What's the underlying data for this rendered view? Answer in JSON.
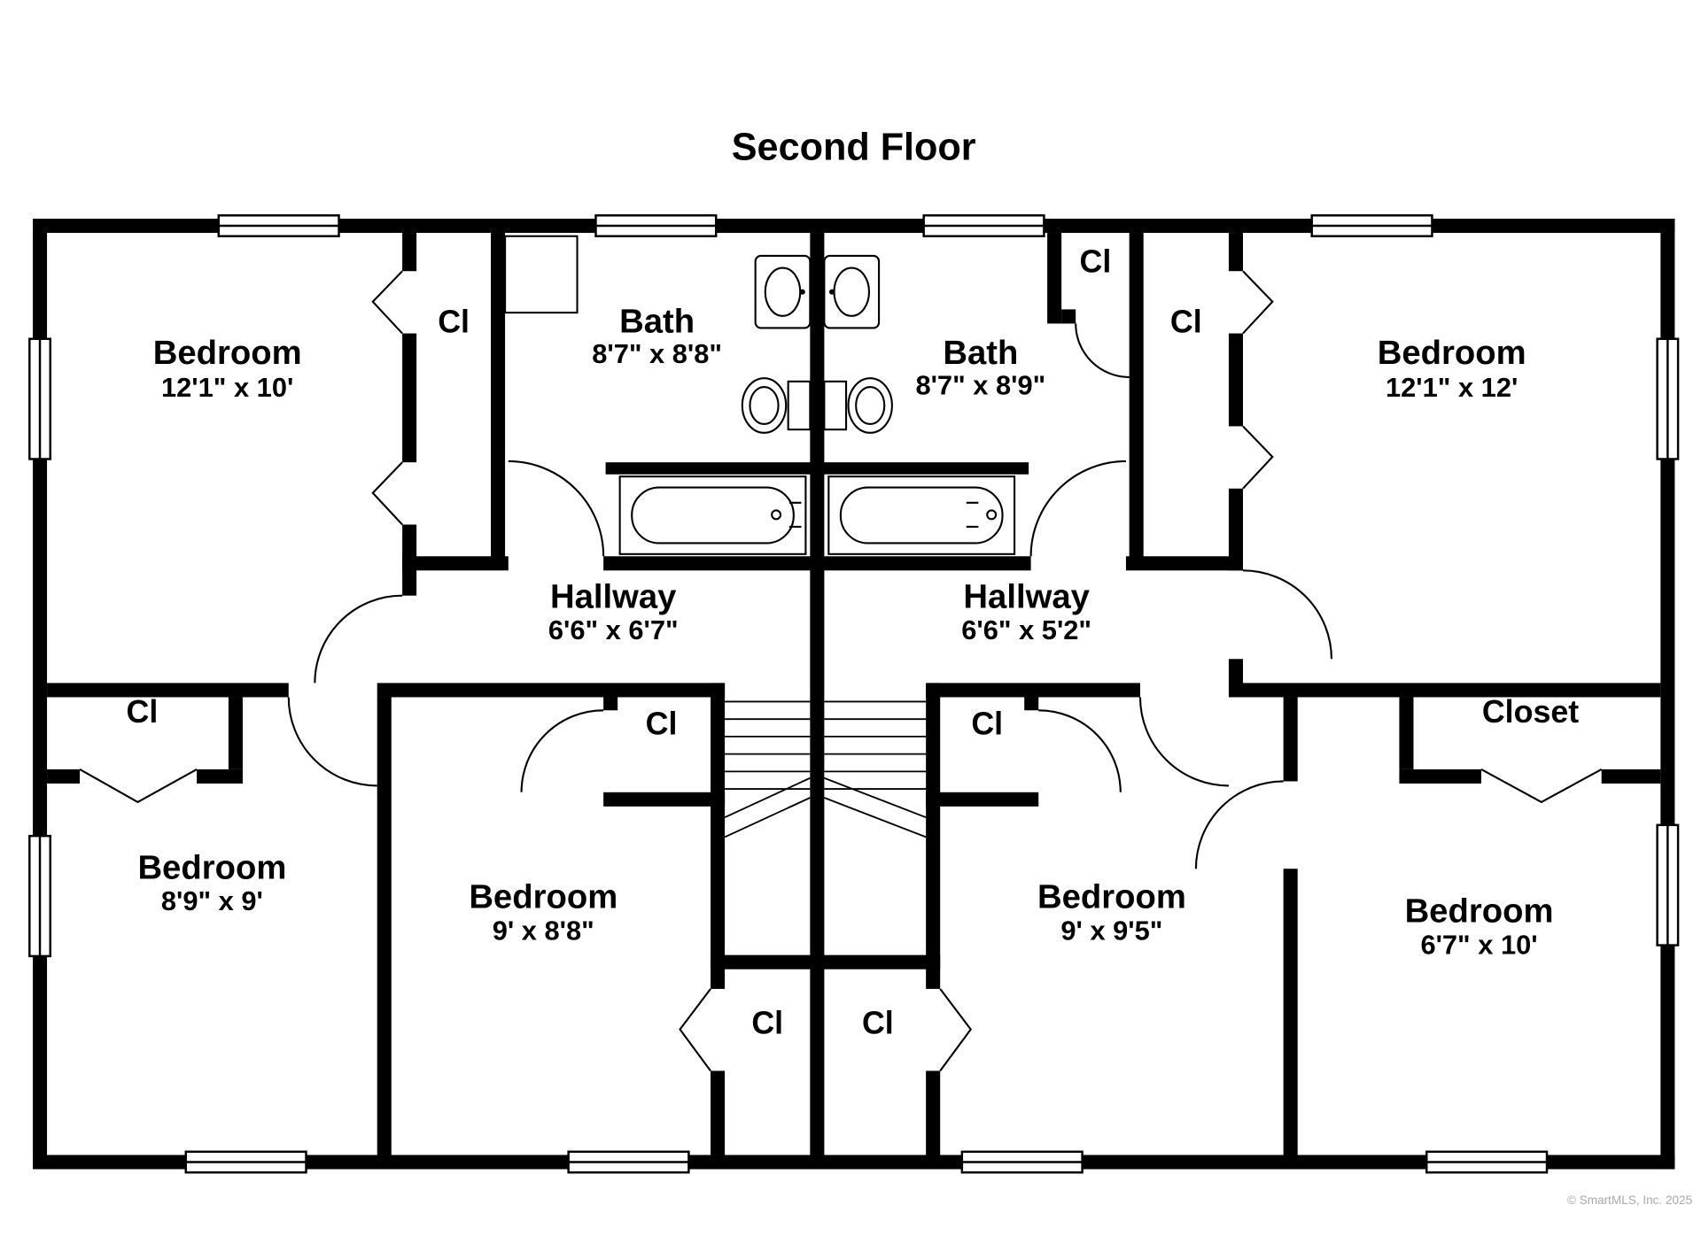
{
  "title": "Second Floor",
  "watermark": "© SmartMLS, Inc. 2025",
  "closet_label": "Cl",
  "rooms": {
    "bedroom_top_left": {
      "name": "Bedroom",
      "dims": "12'1\" x 10'"
    },
    "bath_left": {
      "name": "Bath",
      "dims": "8'7\" x 8'8\""
    },
    "bath_right": {
      "name": "Bath",
      "dims": "8'7\" x 8'9\""
    },
    "bedroom_top_right": {
      "name": "Bedroom",
      "dims": "12'1\" x 12'"
    },
    "hallway_left": {
      "name": "Hallway",
      "dims": "6'6\" x 6'7\""
    },
    "hallway_right": {
      "name": "Hallway",
      "dims": "6'6\" x 5'2\""
    },
    "bedroom_bottom_left": {
      "name": "Bedroom",
      "dims": "8'9\" x 9'"
    },
    "bedroom_bottom_mid_left": {
      "name": "Bedroom",
      "dims": "9' x 8'8\""
    },
    "bedroom_bottom_mid_right": {
      "name": "Bedroom",
      "dims": "9' x 9'5\""
    },
    "bedroom_bottom_right": {
      "name": "Bedroom",
      "dims": "6'7\" x 10'"
    },
    "closet_right": {
      "name": "Closet"
    }
  },
  "colors": {
    "wall": "#000000",
    "background": "#ffffff",
    "watermark": "#a9a9a9"
  }
}
